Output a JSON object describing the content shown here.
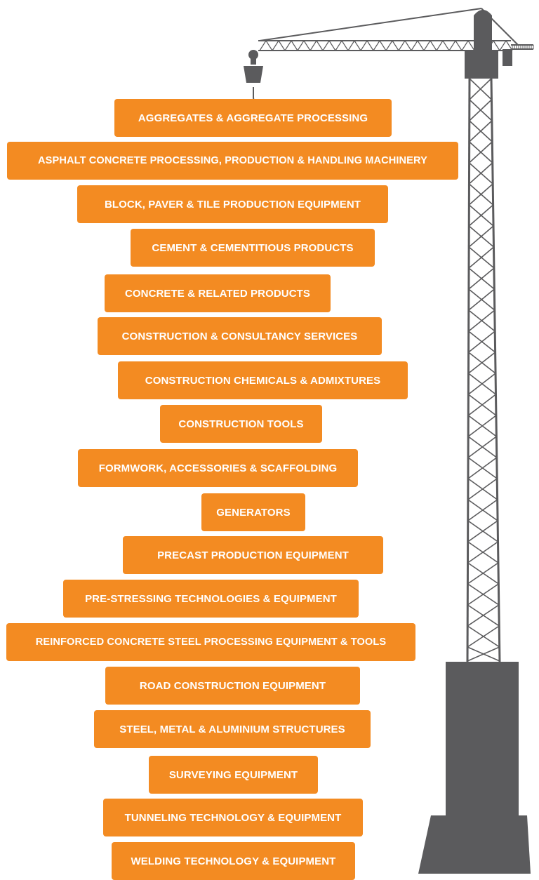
{
  "colors": {
    "accent": "#f38b22",
    "crane": "#5b5b5d",
    "background": "#ffffff"
  },
  "crane_icon": "tower-crane-illustration",
  "categories": [
    "AGGREGATES & AGGREGATE PROCESSING",
    "ASPHALT CONCRETE PROCESSING, PRODUCTION & HANDLING MACHINERY",
    "BLOCK, PAVER & TILE PRODUCTION EQUIPMENT",
    "CEMENT & CEMENTITIOUS PRODUCTS",
    "CONCRETE & RELATED PRODUCTS",
    "CONSTRUCTION & CONSULTANCY SERVICES",
    "CONSTRUCTION CHEMICALS & ADMIXTURES",
    "CONSTRUCTION TOOLS",
    "FORMWORK, ACCESSORIES & SCAFFOLDING",
    "GENERATORS",
    "PRECAST PRODUCTION EQUIPMENT",
    "PRE-STRESSING TECHNOLOGIES & EQUIPMENT",
    "REINFORCED CONCRETE STEEL PROCESSING EQUIPMENT & TOOLS",
    "ROAD CONSTRUCTION EQUIPMENT",
    "STEEL, METAL & ALUMINIUM STRUCTURES",
    "SURVEYING EQUIPMENT",
    "TUNNELING TECHNOLOGY & EQUIPMENT",
    "WELDING TECHNOLOGY & EQUIPMENT"
  ]
}
